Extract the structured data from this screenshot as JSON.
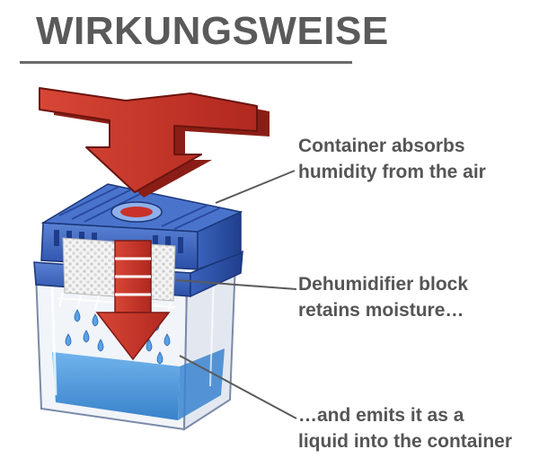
{
  "title": "WIRKUNGSWEISE",
  "labels": {
    "absorb": [
      "Container absorbs",
      "humidity from the air"
    ],
    "retain": [
      "Dehumidifier block",
      "retains moisture…"
    ],
    "emit": [
      "…and emits it as a",
      "liquid into the container"
    ]
  },
  "colors": {
    "title": "#5a5a5a",
    "arrow": "#c8322a",
    "container_blue": "#2a4fa8",
    "water": "#3f8fd8"
  }
}
